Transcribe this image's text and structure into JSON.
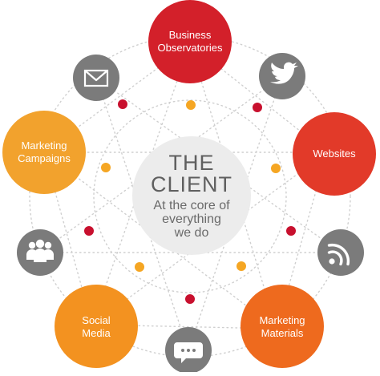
{
  "center": {
    "title_line1": "THE",
    "title_line2": "CLIENT",
    "subtitle_line1": "At the core of",
    "subtitle_line2": "everything",
    "subtitle_line3": "we do"
  },
  "nodes": {
    "business_observatories": {
      "line1": "Business",
      "line2": "Observatories"
    },
    "websites": {
      "line1": "Websites"
    },
    "marketing_materials": {
      "line1": "Marketing",
      "line2": "Materials"
    },
    "social_media": {
      "line1": "Social",
      "line2": "Media"
    },
    "marketing_campaigns": {
      "line1": "Marketing",
      "line2": "Campaigns"
    }
  },
  "icons": [
    "envelope-icon",
    "twitter-icon",
    "rss-icon",
    "chat-bubble-icon",
    "users-icon"
  ],
  "colors": {
    "red": "#d3202a",
    "red_orange": "#e23a29",
    "orange": "#ee6a1e",
    "amber": "#f39220",
    "gold": "#f2a22d",
    "icon_gray": "#7b7b7b",
    "center_gray": "#ececec",
    "dot_red": "#c8102e",
    "dot_orange": "#f5a623"
  }
}
